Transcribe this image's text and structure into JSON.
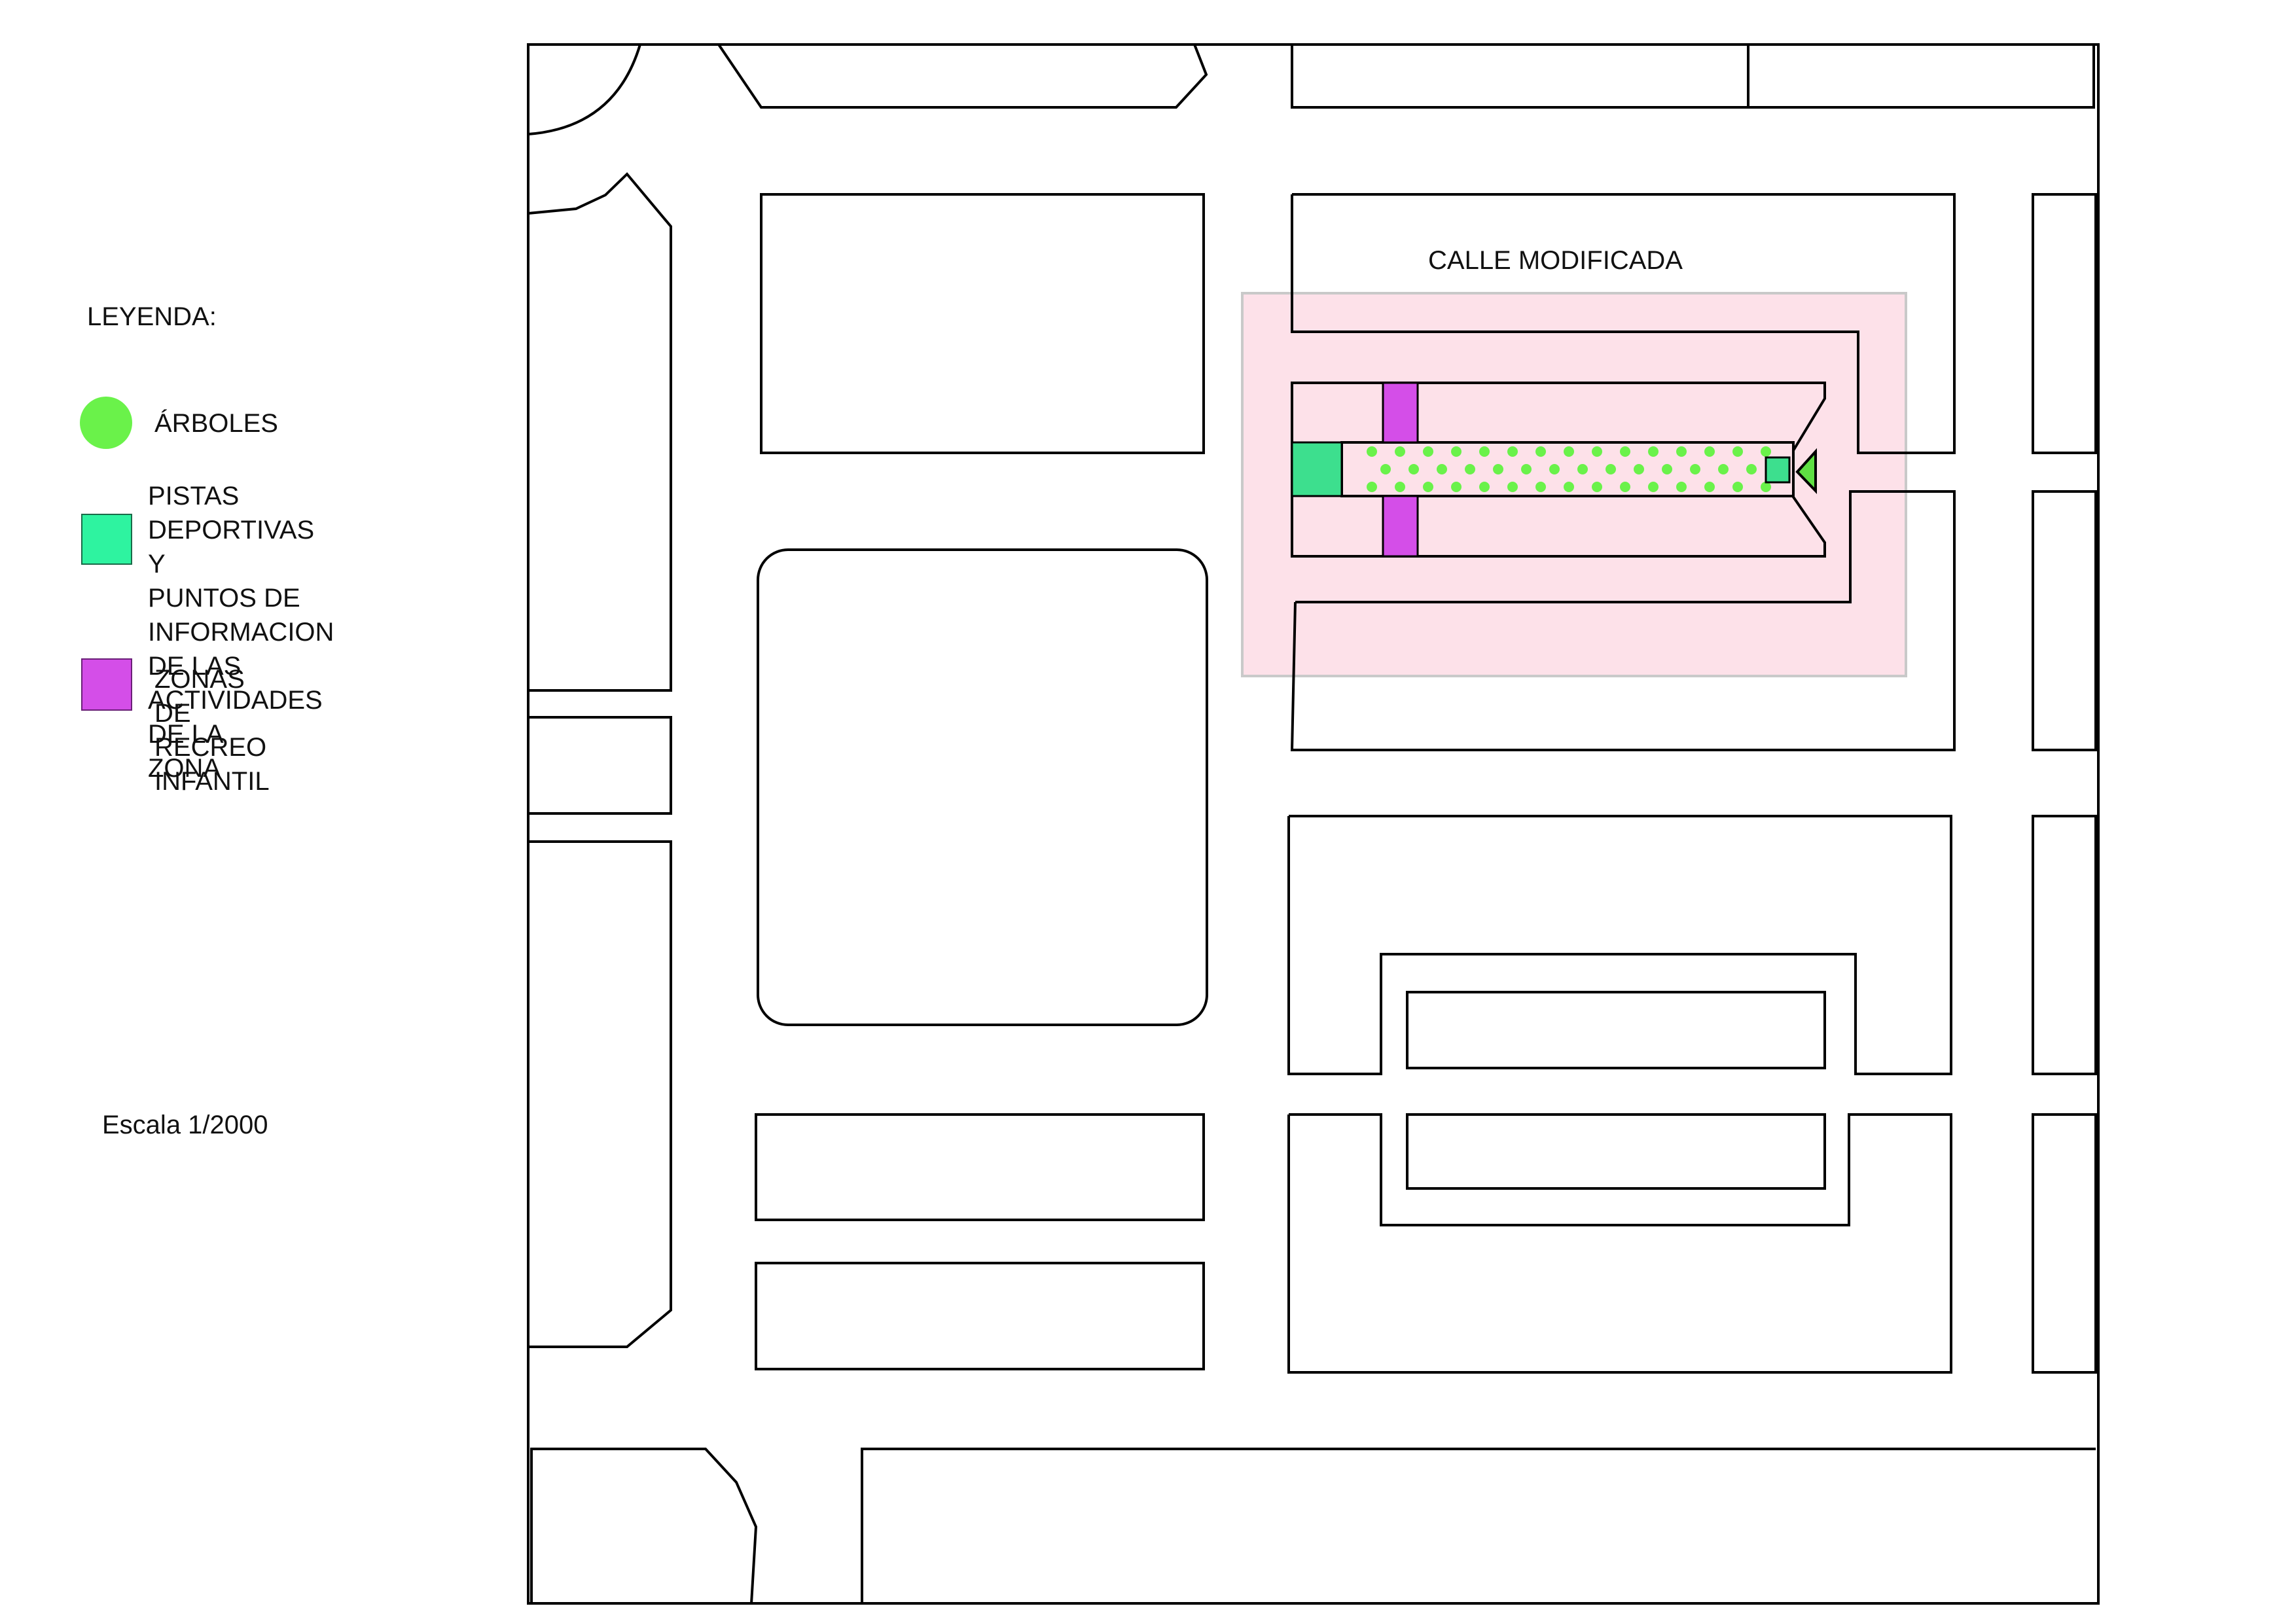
{
  "map": {
    "street_label": "CALLE MODIFICADA",
    "scale_text": "Escala 1/2000",
    "colors": {
      "outline": "#000000",
      "modified_zone": "#fde1e9",
      "modified_zone_border": "#c9c9c9",
      "trees": "#6af24a",
      "sports": "#3ddf8e",
      "playground": "#d44ee8",
      "arrow": "#5fe043"
    }
  },
  "legend": {
    "title": "LEYENDA:",
    "items": [
      {
        "key": "trees",
        "label": "ÁRBOLES",
        "icon": "tree-circle-icon"
      },
      {
        "key": "sports",
        "label": "PISTAS DEPORTIVAS Y\nPUNTOS DE INFORMACION\nDE LAS ACTIVIDADES DE LA\nZONA",
        "icon": "sports-square-icon"
      },
      {
        "key": "playground",
        "label": "ZONAS DE RECREO INFANTIL",
        "icon": "playground-square-icon"
      }
    ]
  }
}
